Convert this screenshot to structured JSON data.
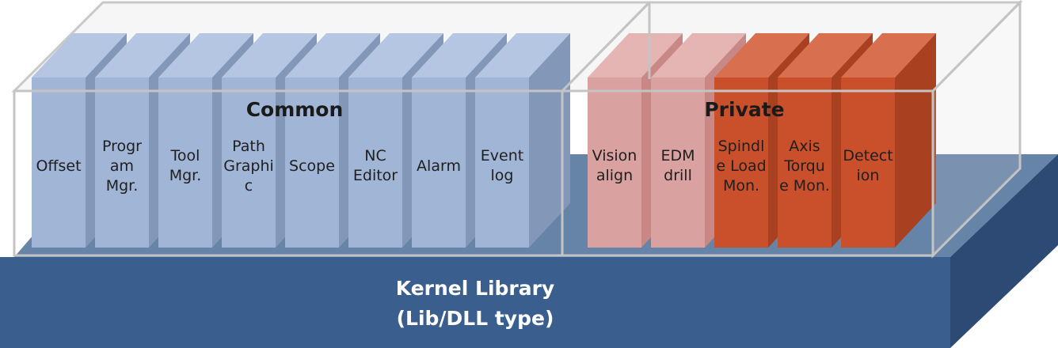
{
  "kernel": {
    "line1": "Kernel Library",
    "line2": "(Lib/DLL type)",
    "color_front": "#3A5F8F",
    "color_top": "#6683A8",
    "color_side": "#2D4A74"
  },
  "groups": {
    "common": {
      "label": "Common",
      "modules": [
        {
          "label": "Offset"
        },
        {
          "label": "Progr\nam\nMgr."
        },
        {
          "label": "Tool\nMgr."
        },
        {
          "label": "Path\nGraphi\nc"
        },
        {
          "label": "Scope"
        },
        {
          "label": "NC\nEditor"
        },
        {
          "label": "Alarm"
        },
        {
          "label": "Event\nlog"
        }
      ],
      "color_front": "#A1B6D6",
      "color_top": "#B4C6E2",
      "color_side": "#8398B8"
    },
    "private": {
      "label": "Private",
      "modules": [
        {
          "label": "Vision\nalign",
          "tone": "light"
        },
        {
          "label": "EDM\ndrill",
          "tone": "light"
        },
        {
          "label": "Spindl\ne Load\nMon.",
          "tone": "dark"
        },
        {
          "label": "Axis\nTorqu\ne Mon.",
          "tone": "dark"
        },
        {
          "label": "Detect\nion",
          "tone": "dark"
        }
      ],
      "light": {
        "front": "#D9A19F",
        "top": "#E5B5B3",
        "side": "#C88886"
      },
      "dark": {
        "front": "#C9502A",
        "top": "#D86F4F",
        "side": "#A9401F"
      }
    }
  }
}
